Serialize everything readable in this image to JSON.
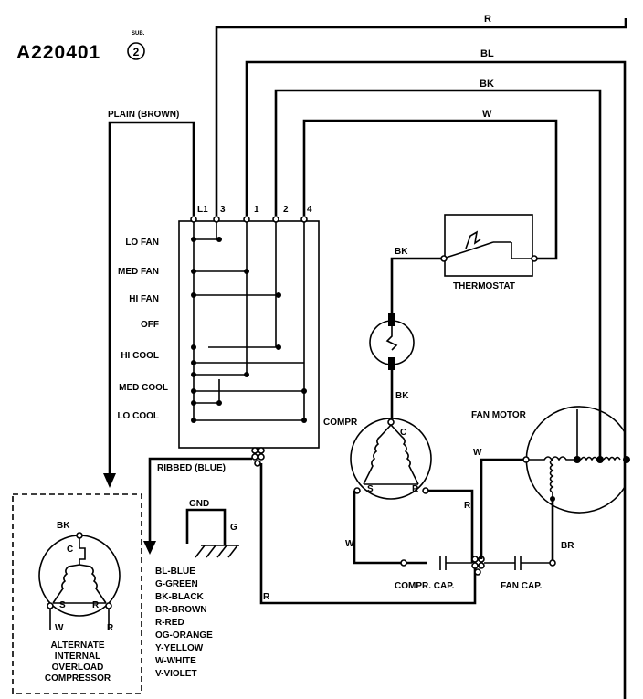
{
  "header": {
    "code": "A220401",
    "sub_label": "SUB.",
    "sub_number": "2"
  },
  "wire_labels": {
    "r_top": "R",
    "bl_top": "BL",
    "bk_top": "BK",
    "w_top": "W",
    "plain_brown": "PLAIN (BROWN)",
    "ribbed_blue": "RIBBED (BLUE)",
    "bk_thermo": "BK",
    "bk_compr": "BK",
    "w_fan": "W",
    "r_right": "R",
    "w_left": "W",
    "r_bottom": "R",
    "br": "BR",
    "gnd": "GND",
    "g": "G"
  },
  "terminals": [
    "L1",
    "3",
    "1",
    "2",
    "4"
  ],
  "switch_positions": [
    "LO FAN",
    "MED FAN",
    "HI FAN",
    "OFF",
    "HI COOL",
    "MED COOL",
    "LO COOL"
  ],
  "components": {
    "thermostat": "THERMOSTAT",
    "compressor": "COMPR",
    "fan_motor": "FAN MOTOR",
    "compr_cap": "COMPR. CAP.",
    "fan_cap": "FAN CAP.",
    "c": "C",
    "s": "S",
    "r": "R"
  },
  "legend": [
    "BL-BLUE",
    "G-GREEN",
    "BK-BLACK",
    "BR-BROWN",
    "R-RED",
    "OG-ORANGE",
    "Y-YELLOW",
    "W-WHITE",
    "V-VIOLET"
  ],
  "alternate": {
    "bk": "BK",
    "c": "C",
    "s": "S",
    "r": "R",
    "w": "W",
    "r2": "R",
    "lines": [
      "ALTERNATE",
      "INTERNAL",
      "OVERLOAD",
      "COMPRESSOR"
    ]
  }
}
